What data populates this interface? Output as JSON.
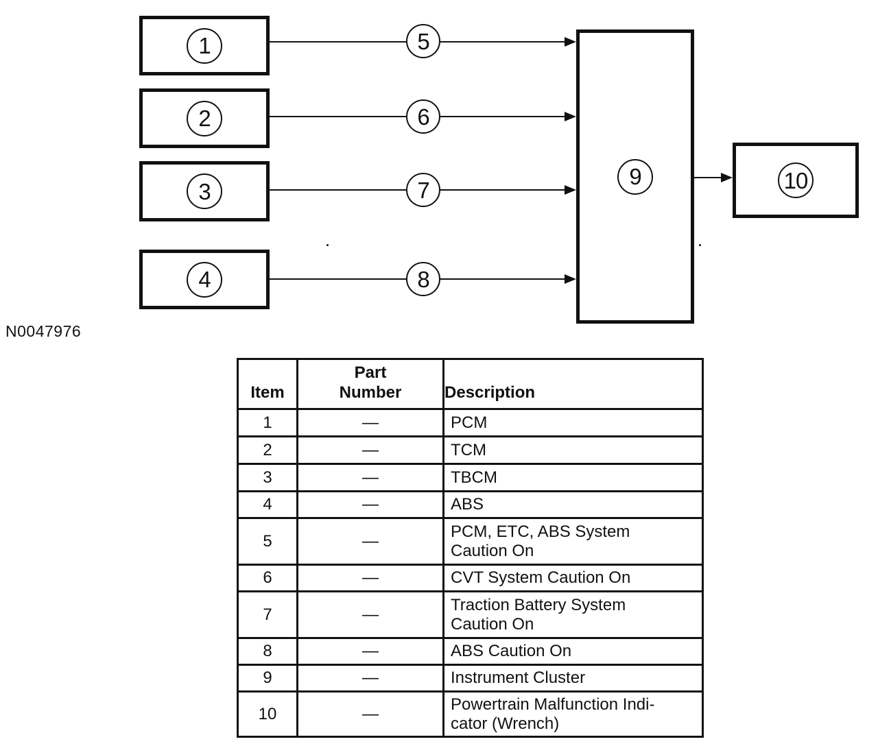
{
  "figure": {
    "id_label": "N0047976"
  },
  "colors": {
    "ink": "#111111",
    "paper": "#ffffff"
  },
  "diagram": {
    "source_boxes": [
      {
        "callout": "1"
      },
      {
        "callout": "2"
      },
      {
        "callout": "3"
      },
      {
        "callout": "4"
      }
    ],
    "signal_callouts": [
      {
        "callout": "5"
      },
      {
        "callout": "6"
      },
      {
        "callout": "7"
      },
      {
        "callout": "8"
      }
    ],
    "cluster_box": {
      "callout": "9"
    },
    "indicator_box": {
      "callout": "10"
    }
  },
  "table": {
    "headers": {
      "item": "Item",
      "part_number": "Part\nNumber",
      "description": "Description"
    },
    "rows": [
      {
        "item": "1",
        "part_number": "—",
        "description": "PCM"
      },
      {
        "item": "2",
        "part_number": "—",
        "description": "TCM"
      },
      {
        "item": "3",
        "part_number": "—",
        "description": "TBCM"
      },
      {
        "item": "4",
        "part_number": "—",
        "description": "ABS"
      },
      {
        "item": "5",
        "part_number": "—",
        "description": "PCM, ETC, ABS System\nCaution On"
      },
      {
        "item": "6",
        "part_number": "—",
        "description": "CVT System Caution On"
      },
      {
        "item": "7",
        "part_number": "—",
        "description": "Traction Battery System\nCaution On"
      },
      {
        "item": "8",
        "part_number": "—",
        "description": "ABS Caution On"
      },
      {
        "item": "9",
        "part_number": "—",
        "description": "Instrument Cluster"
      },
      {
        "item": "10",
        "part_number": "—",
        "description": "Powertrain Malfunction Indi-\ncator (Wrench)"
      }
    ]
  }
}
